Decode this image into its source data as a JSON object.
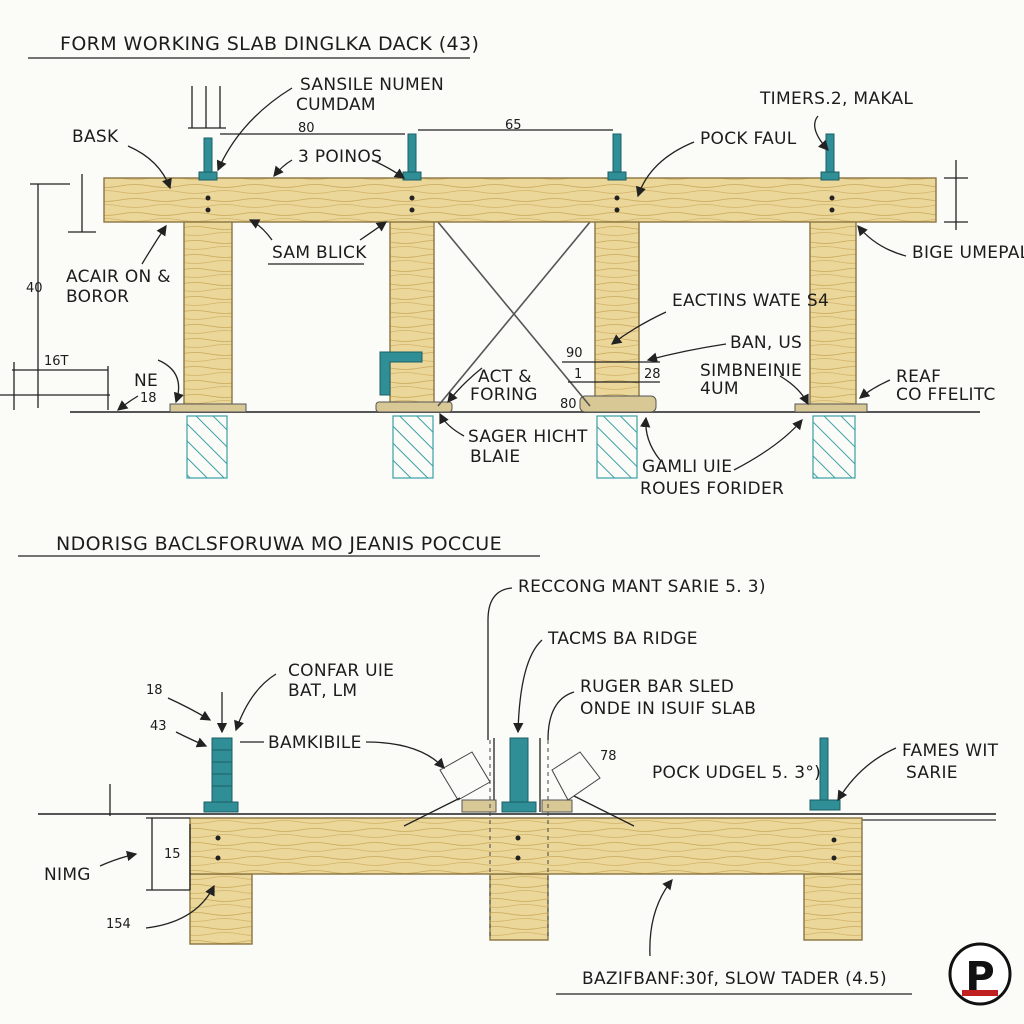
{
  "top_section": {
    "title": "FORM WORKING SLAB DINGLKA DACK (43)",
    "labels": {
      "sansile_numen": "SANSILE NUMEN",
      "cumdam": "CUMDAM",
      "timers": "TIMERS.2, MAKAL",
      "bask": "BASK",
      "pock_faul": "POCK FAUL",
      "three_poinos": "3 POINOS",
      "sam_block": "SAM BLICK",
      "bige_umepal": "BIGE UMEPAL",
      "acair_on": "ACAIR ON &",
      "boror": "BOROR",
      "ne": "NE",
      "eactins": "EACTINS WATE S4",
      "ban_us": "BAN, US",
      "simbneinie": "SIMBNEINIE",
      "four_um": "4UM",
      "reaf": "REAF",
      "co_ffelitc": "CO FFELITC",
      "act": "ACT &",
      "foring": "FORING",
      "sager": "SAGER HICHT",
      "blaie": "BLAIE",
      "gamli": "GAMLI UIE",
      "roues": "ROUES FORIDER"
    },
    "dims": {
      "d80": "80",
      "d65": "65",
      "d40": "40",
      "d16t": "16T",
      "d18": "18",
      "d90": "90",
      "d1": "1",
      "d28": "28",
      "d80b": "80"
    }
  },
  "bottom_section": {
    "title": "NDORISG BACLSFORUWA MO JEANIS POCCUE",
    "labels": {
      "reccong": "RECCONG MANT SARIE 5. 3)",
      "tacms": "TACMS BA RIDGE",
      "ruger": "RUGER BAR SLED",
      "onde": "ONDE IN ISUIF SLAB",
      "confar": "CONFAR UIE",
      "bat": "BAT, LM",
      "bamkibile": "BAMKIBILE",
      "pock_udgel": "POCK UDGEL 5. 3°)",
      "fames": "FAMES WIT",
      "sarie": "SARIE",
      "nimg": "NIMG",
      "bazifbanf": "BAZIFBANF:30f, SLOW TADER (4.5)"
    },
    "dims": {
      "d18": "18",
      "d43": "43",
      "d15": "15",
      "d154": "154",
      "d78": "78"
    }
  },
  "logo": {
    "letter": "P"
  },
  "colors": {
    "wood": "#ecd79a",
    "steel": "#2f8e96",
    "ink": "#1c1c1c",
    "hatch": "#3aa0a6"
  }
}
